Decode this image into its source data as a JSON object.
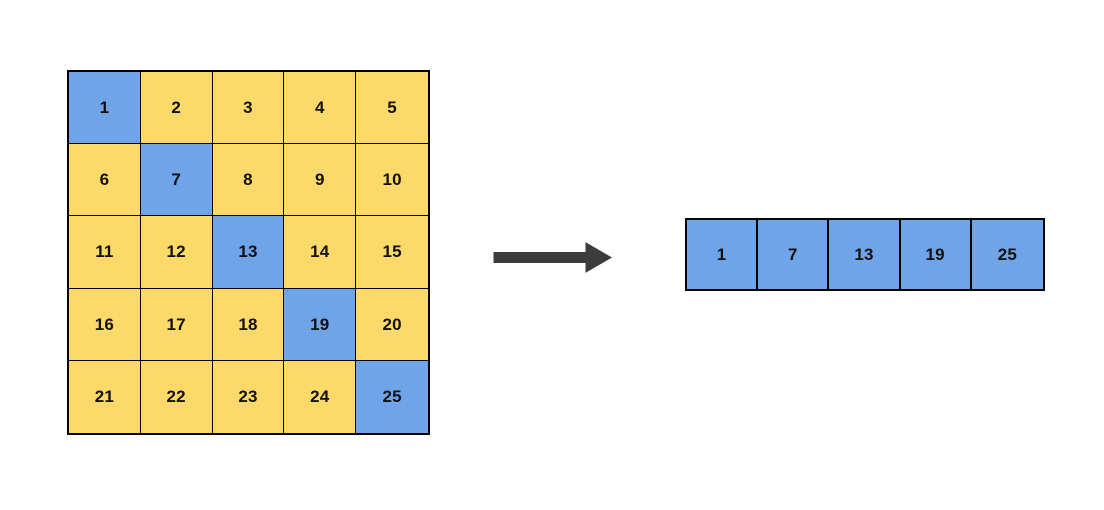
{
  "diagram": {
    "type": "matrix-diagonal-extraction",
    "background_color": "#ffffff",
    "colors": {
      "highlight_blue": "#6fa4e8",
      "cell_yellow": "#fcd968",
      "border_black": "#000000",
      "arrow_gray": "#3c3c3c",
      "text_color": "#111111"
    },
    "matrix": {
      "rows": 5,
      "cols": 5,
      "cells": [
        [
          {
            "value": "1",
            "highlighted": true
          },
          {
            "value": "2",
            "highlighted": false
          },
          {
            "value": "3",
            "highlighted": false
          },
          {
            "value": "4",
            "highlighted": false
          },
          {
            "value": "5",
            "highlighted": false
          }
        ],
        [
          {
            "value": "6",
            "highlighted": false
          },
          {
            "value": "7",
            "highlighted": true
          },
          {
            "value": "8",
            "highlighted": false
          },
          {
            "value": "9",
            "highlighted": false
          },
          {
            "value": "10",
            "highlighted": false
          }
        ],
        [
          {
            "value": "11",
            "highlighted": false
          },
          {
            "value": "12",
            "highlighted": false
          },
          {
            "value": "13",
            "highlighted": true
          },
          {
            "value": "14",
            "highlighted": false
          },
          {
            "value": "15",
            "highlighted": false
          }
        ],
        [
          {
            "value": "16",
            "highlighted": false
          },
          {
            "value": "17",
            "highlighted": false
          },
          {
            "value": "18",
            "highlighted": false
          },
          {
            "value": "19",
            "highlighted": true
          },
          {
            "value": "20",
            "highlighted": false
          }
        ],
        [
          {
            "value": "21",
            "highlighted": false
          },
          {
            "value": "22",
            "highlighted": false
          },
          {
            "value": "23",
            "highlighted": false
          },
          {
            "value": "24",
            "highlighted": false
          },
          {
            "value": "25",
            "highlighted": true
          }
        ]
      ]
    },
    "arrow": {
      "direction": "right",
      "color": "#3c3c3c"
    },
    "output_array": {
      "length": 5,
      "cells": [
        {
          "value": "1"
        },
        {
          "value": "7"
        },
        {
          "value": "13"
        },
        {
          "value": "19"
        },
        {
          "value": "25"
        }
      ]
    }
  }
}
